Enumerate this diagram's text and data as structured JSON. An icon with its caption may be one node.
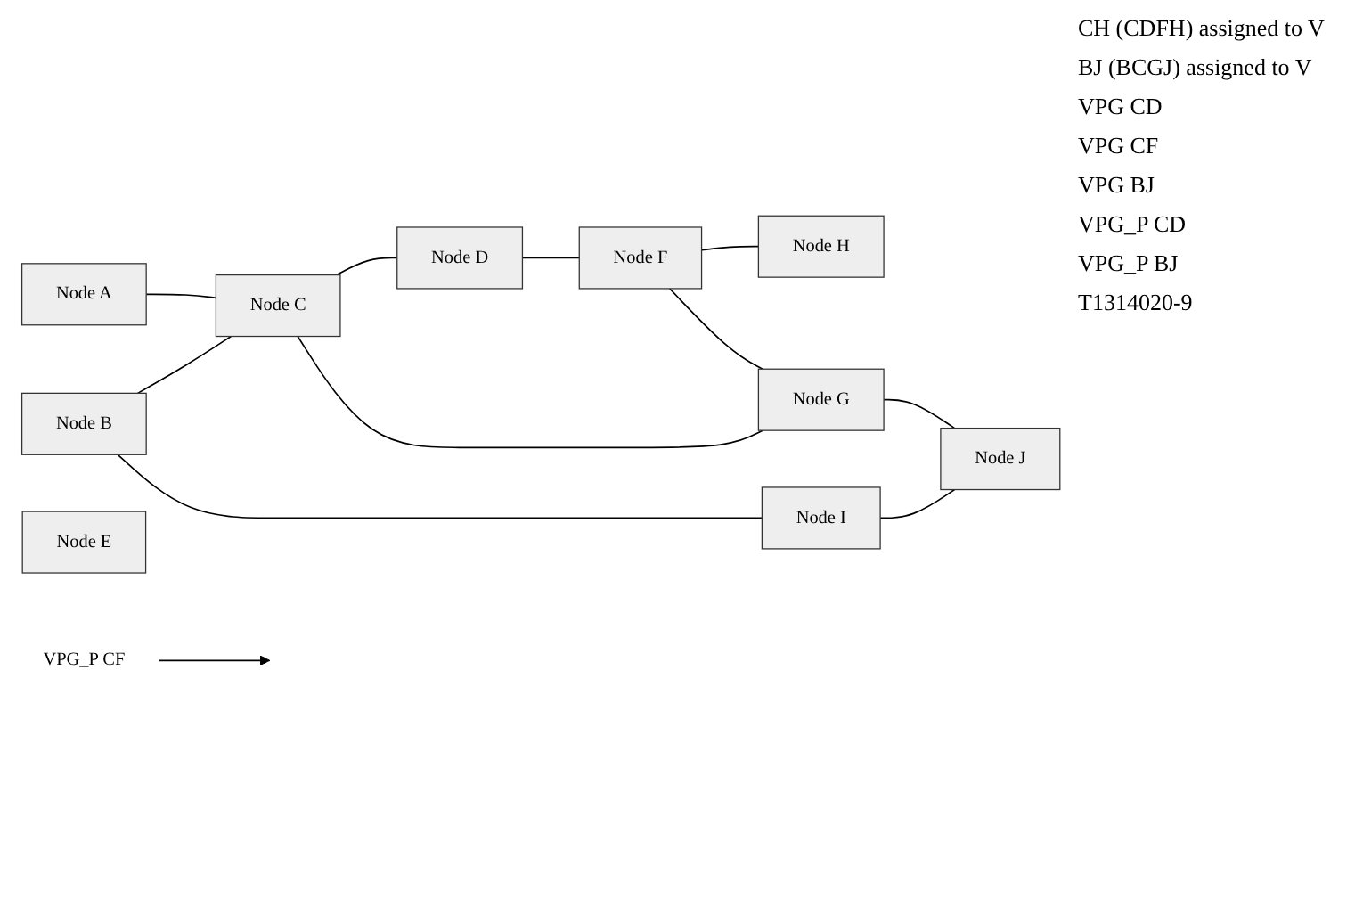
{
  "diagram": {
    "nodes": [
      {
        "text": [
          "Node A"
        ]
      },
      {
        "text": [
          "Node B"
        ]
      },
      {
        "text": [
          "Node C"
        ]
      },
      {
        "text": [
          "Node D"
        ]
      },
      {
        "text": [
          "Node E"
        ]
      },
      {
        "text": [
          "Node F"
        ]
      },
      {
        "text": [
          "Node G"
        ]
      },
      {
        "text": [
          "Node H"
        ]
      },
      {
        "text": [
          "Node I"
        ]
      },
      {
        "text": [
          "Node J"
        ]
      },
      {
        "text": [
          "VPG_P CF"
        ]
      }
    ],
    "edges": [
      {
        "from": 0,
        "to": 2,
        "arrow": "none"
      },
      {
        "from": 1,
        "to": 2,
        "arrow": "none"
      },
      {
        "from": 2,
        "to": 3,
        "arrow": "none"
      },
      {
        "from": 3,
        "to": 5,
        "arrow": "none"
      },
      {
        "from": 5,
        "to": 7,
        "arrow": "none"
      },
      {
        "from": 2,
        "to": 6,
        "arrow": "none"
      },
      {
        "from": 5,
        "to": 6,
        "arrow": "none"
      },
      {
        "from": 1,
        "to": 8,
        "arrow": "none"
      },
      {
        "from": 6,
        "to": 9,
        "arrow": "none"
      },
      {
        "from": 8,
        "to": 9,
        "arrow": "none"
      },
      {
        "from": 10,
        "to": null,
        "arrow": "to"
      }
    ],
    "labels": [
      "CH (CDFH) assigned to V",
      "BJ (BCGJ) assigned to V",
      "VPG CD",
      "VPG CF",
      "VPG BJ",
      "VPG_P CD",
      "VPG_P BJ",
      "T1314020-9"
    ]
  }
}
